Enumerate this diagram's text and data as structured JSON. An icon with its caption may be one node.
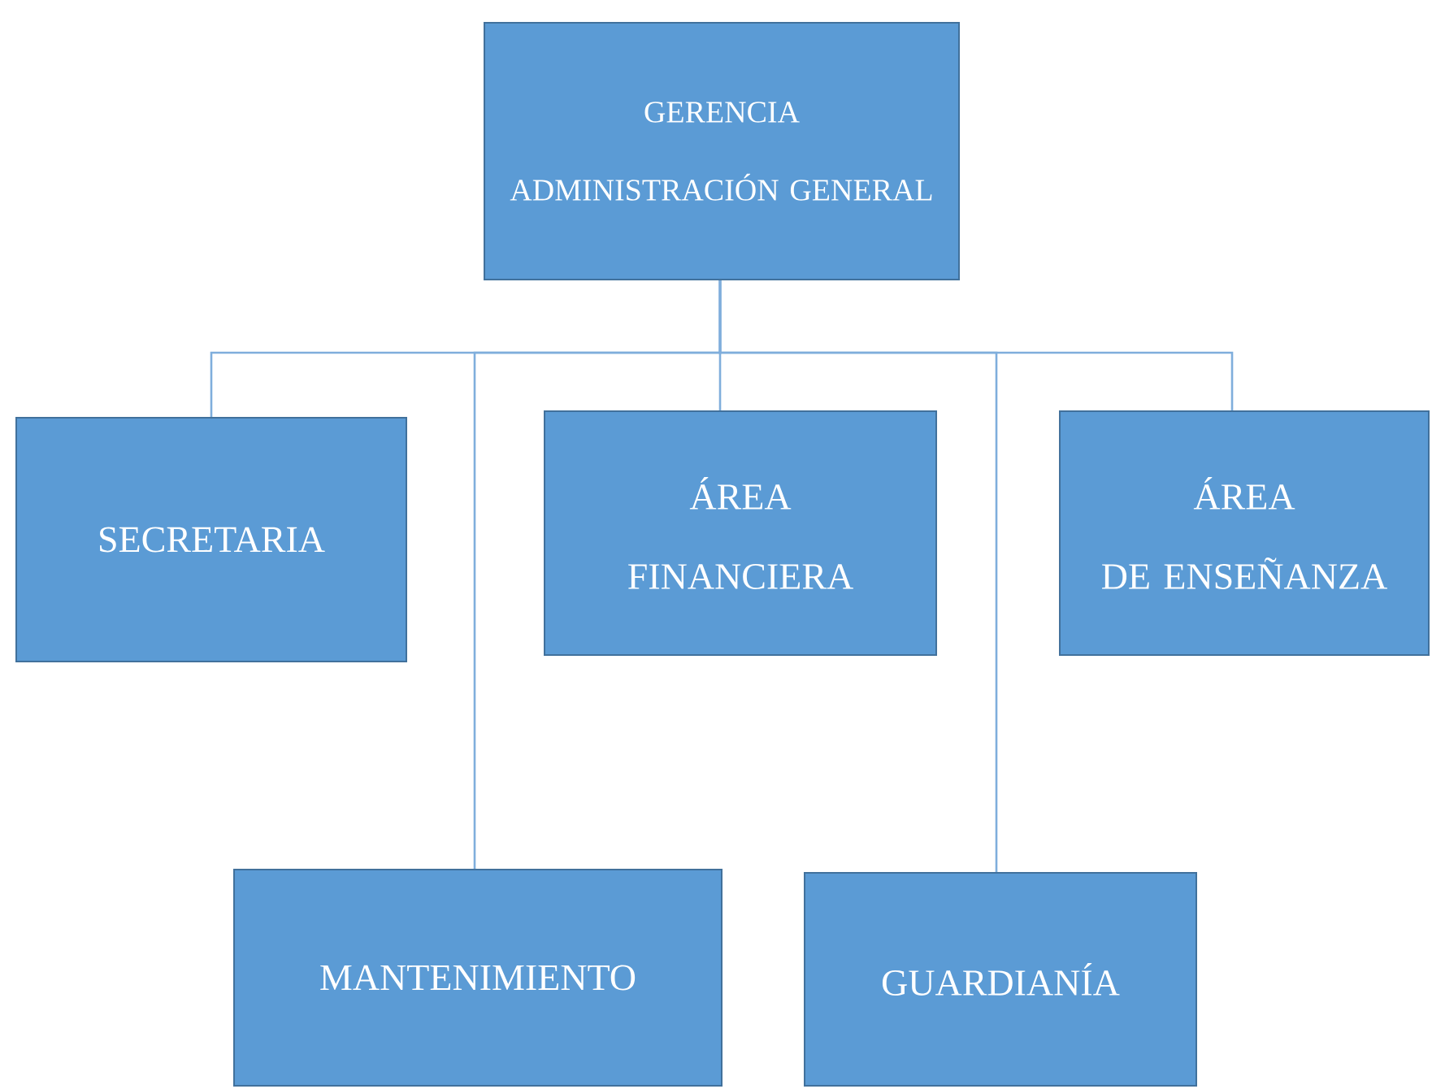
{
  "diagram": {
    "nodes": [
      {
        "text": [
          "GERENCIA",
          "ADMINISTRACIÓN GENERAL"
        ]
      },
      {
        "text": [
          "SECRETARIA"
        ]
      },
      {
        "text": [
          "ÁREA",
          "FINANCIERA"
        ]
      },
      {
        "text": [
          "ÁREA",
          "DE ENSEÑANZA"
        ]
      },
      {
        "text": [
          "MANTENIMIENTO"
        ]
      },
      {
        "text": [
          "GUARDIANÍA"
        ]
      }
    ],
    "edges": [
      {
        "from": 0,
        "to": 1,
        "arrow": "none"
      },
      {
        "from": 0,
        "to": 4,
        "arrow": "none"
      },
      {
        "from": 0,
        "to": 2,
        "arrow": "none"
      },
      {
        "from": 0,
        "to": 5,
        "arrow": "none"
      },
      {
        "from": 0,
        "to": 3,
        "arrow": "none"
      }
    ]
  }
}
